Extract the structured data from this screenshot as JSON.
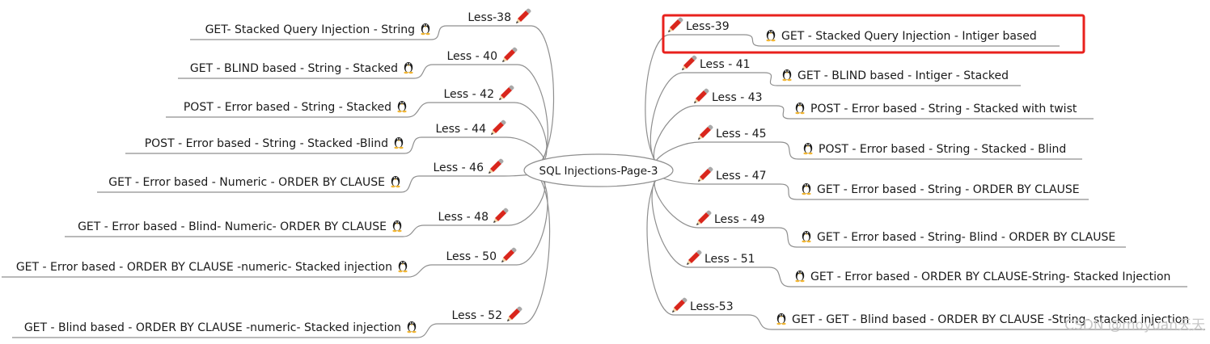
{
  "center": {
    "label": "SQL Injections-Page-3"
  },
  "left": [
    {
      "lesson": "Less-38",
      "topic": "GET- Stacked Query Injection - String"
    },
    {
      "lesson": "Less - 40",
      "topic": "GET - BLIND based - String - Stacked"
    },
    {
      "lesson": "Less - 42",
      "topic": "POST - Error based - String - Stacked"
    },
    {
      "lesson": "Less - 44",
      "topic": "POST - Error based - String - Stacked -Blind"
    },
    {
      "lesson": "Less - 46",
      "topic": "GET - Error based - Numeric - ORDER BY CLAUSE"
    },
    {
      "lesson": "Less - 48",
      "topic": "GET - Error based - Blind- Numeric- ORDER BY CLAUSE"
    },
    {
      "lesson": "Less - 50",
      "topic": "GET - Error based - ORDER BY CLAUSE -numeric- Stacked injection"
    },
    {
      "lesson": "Less - 52",
      "topic": "GET - Blind based - ORDER BY CLAUSE -numeric- Stacked injection"
    }
  ],
  "right": [
    {
      "lesson": "Less-39",
      "topic": "GET -  Stacked Query Injection - Intiger based",
      "highlighted": true
    },
    {
      "lesson": "Less - 41",
      "topic": "GET - BLIND based - Intiger - Stacked"
    },
    {
      "lesson": "Less - 43",
      "topic": "POST - Error based - String - Stacked with twist"
    },
    {
      "lesson": "Less - 45",
      "topic": "POST - Error based - String - Stacked - Blind"
    },
    {
      "lesson": "Less - 47",
      "topic": "GET - Error based - String - ORDER BY CLAUSE"
    },
    {
      "lesson": "Less - 49",
      "topic": "GET - Error based - String- Blind - ORDER BY CLAUSE"
    },
    {
      "lesson": "Less - 51",
      "topic": "GET - Error based - ORDER BY CLAUSE-String- Stacked Injection"
    },
    {
      "lesson": "Less-53",
      "topic": "GET - GET - Blind based - ORDER BY CLAUSE -String- stacked injection"
    }
  ],
  "icons": {
    "lesson": "pencil-icon",
    "topic": "penguin-icon"
  },
  "colors": {
    "highlight": "#e8211d",
    "pencil": "#d9261c",
    "line": "#8f8f8f"
  },
  "watermark": "CSDN @moyuan天天"
}
